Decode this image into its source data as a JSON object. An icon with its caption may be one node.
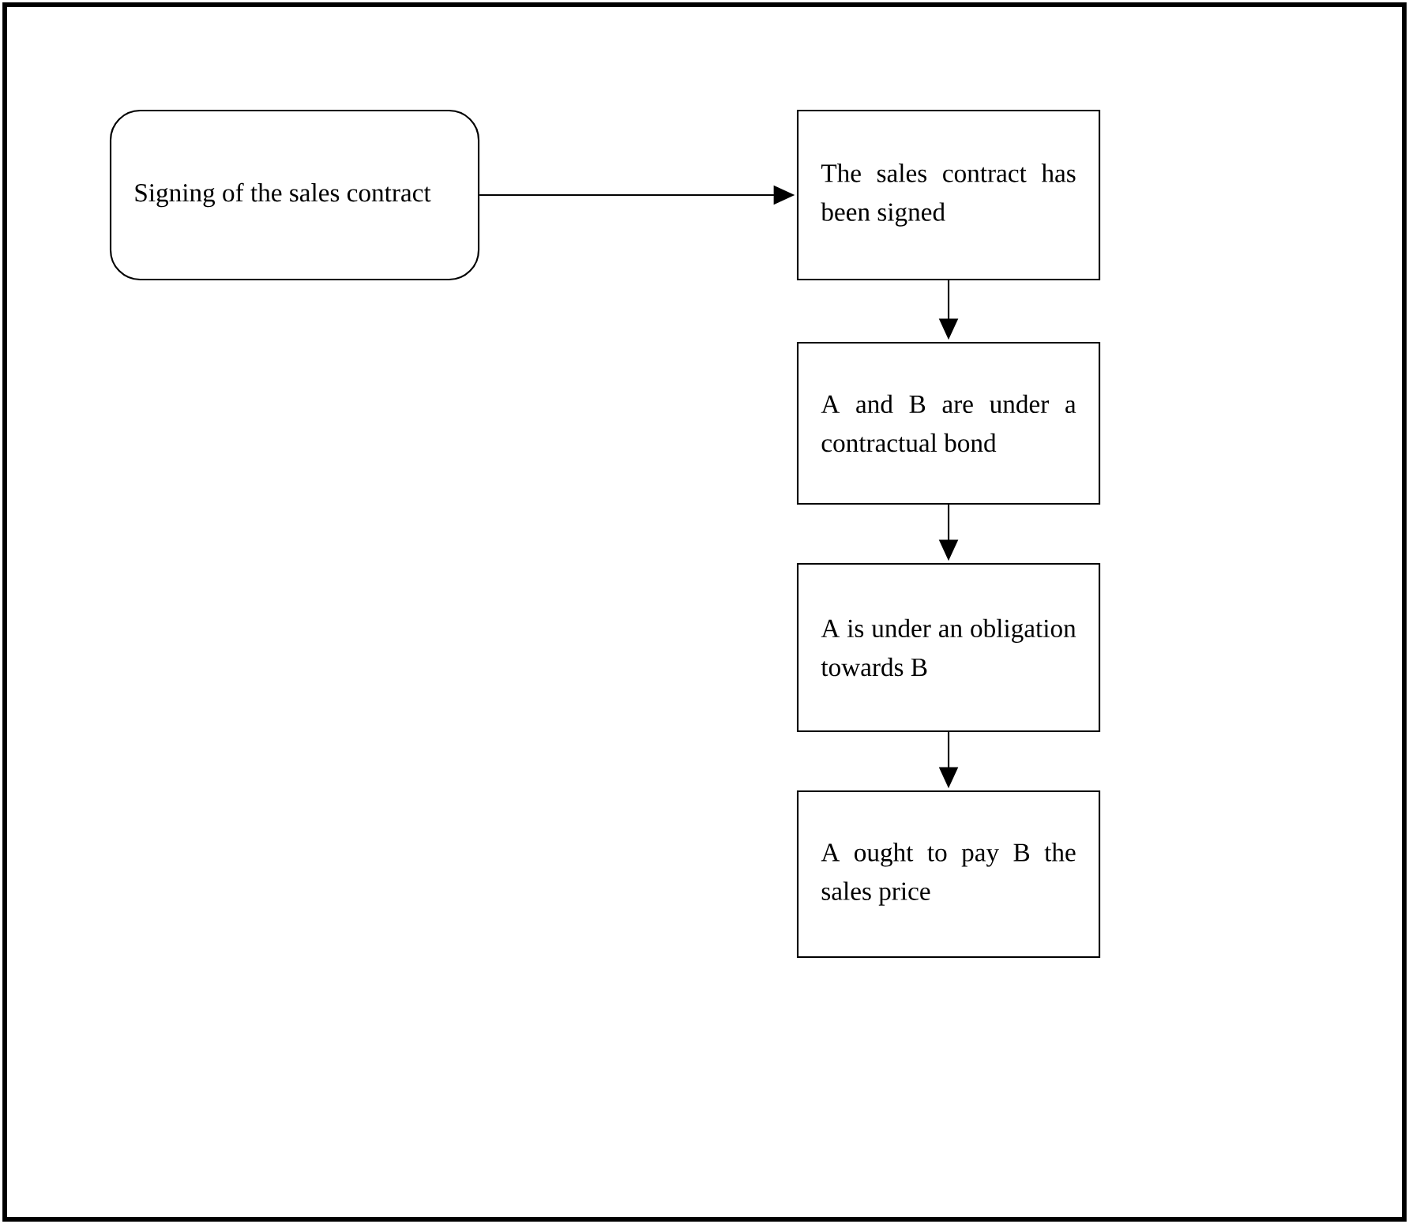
{
  "diagram": {
    "nodes": [
      {
        "text": [
          "Signing of the sales contract"
        ]
      },
      {
        "text": [
          "The sales contract has been signed"
        ]
      },
      {
        "text": [
          "A and B are under a contractual bond"
        ]
      },
      {
        "text": [
          "A is under an obligation towards B"
        ]
      },
      {
        "text": [
          "A ought to pay B the sales price"
        ]
      }
    ],
    "edges": [
      {
        "from": 0,
        "to": 1,
        "arrow": "to"
      },
      {
        "from": 1,
        "to": 2,
        "arrow": "to"
      },
      {
        "from": 2,
        "to": 3,
        "arrow": "to"
      },
      {
        "from": 3,
        "to": 4,
        "arrow": "to"
      }
    ]
  }
}
